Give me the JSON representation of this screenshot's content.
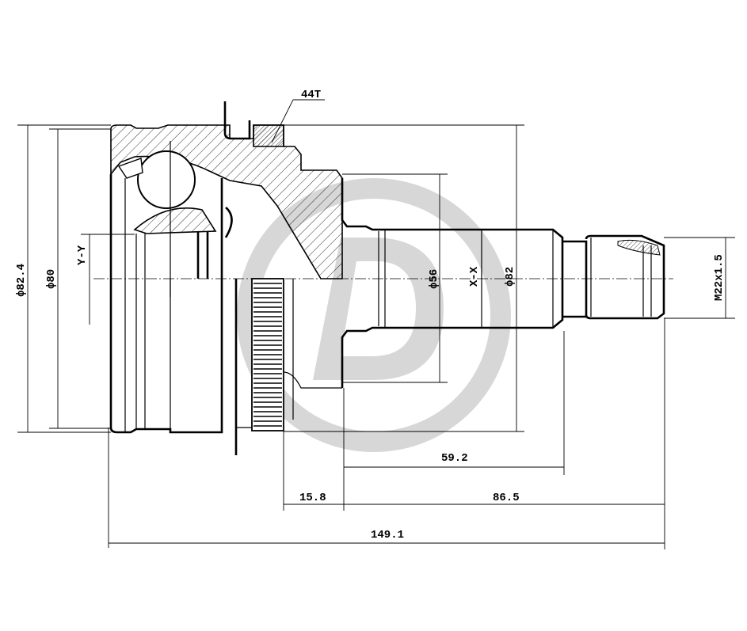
{
  "drawing": {
    "title": "CV joint outer drawing",
    "labels": {
      "teeth": "44T",
      "outer_dia": "ϕ82.4",
      "housing_dia": "ϕ80",
      "section_yy": "Y-Y",
      "dia_56": "ϕ56",
      "section_xx": "X-X",
      "dia_82": "ϕ82",
      "thread": "M22x1.5",
      "len_59_2": "59.2",
      "len_15_8": "15.8",
      "len_86_5": "86.5",
      "len_149_1": "149.1"
    },
    "watermark_color": "#d3d3d3"
  }
}
